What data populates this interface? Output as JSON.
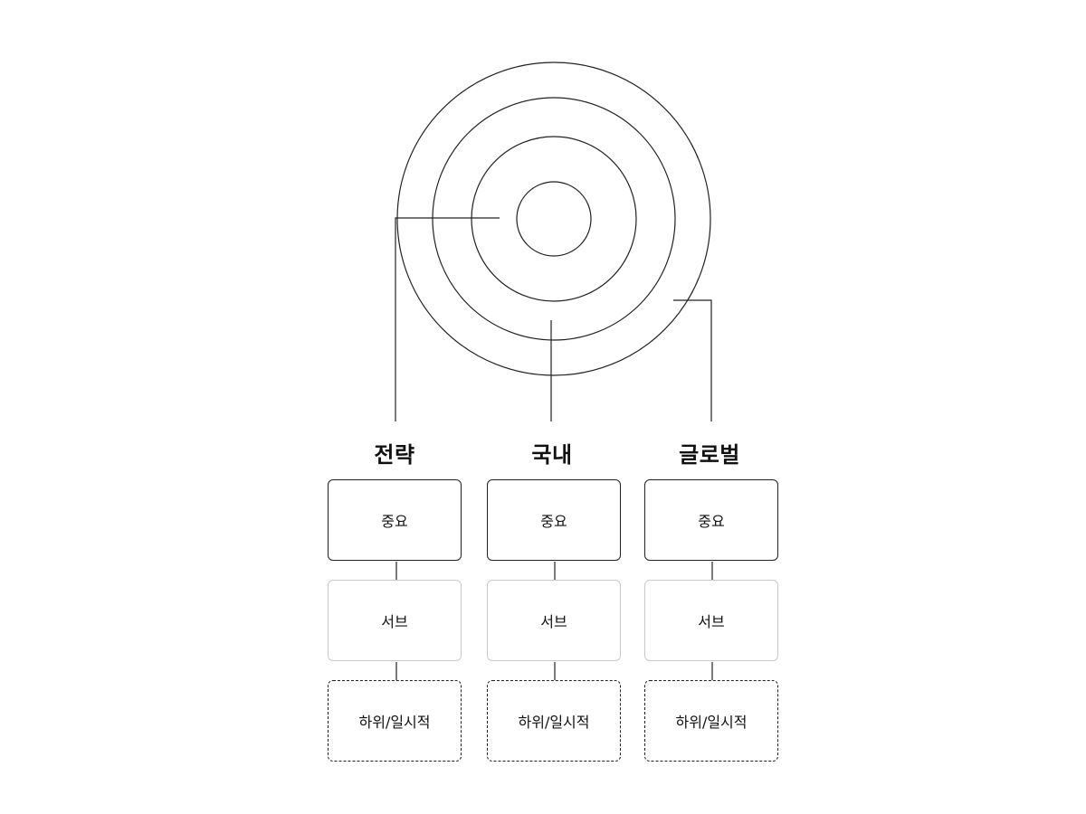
{
  "columns": [
    {
      "title": "전략",
      "levels": [
        "중요",
        "서브",
        "하위/일시적"
      ]
    },
    {
      "title": "국내",
      "levels": [
        "중요",
        "서브",
        "하위/일시적"
      ]
    },
    {
      "title": "글로벌",
      "levels": [
        "중요",
        "서브",
        "하위/일시적"
      ]
    }
  ],
  "ring_count": 4,
  "colors": {
    "line": "#222222",
    "sub_border": "#c9c9c9"
  }
}
